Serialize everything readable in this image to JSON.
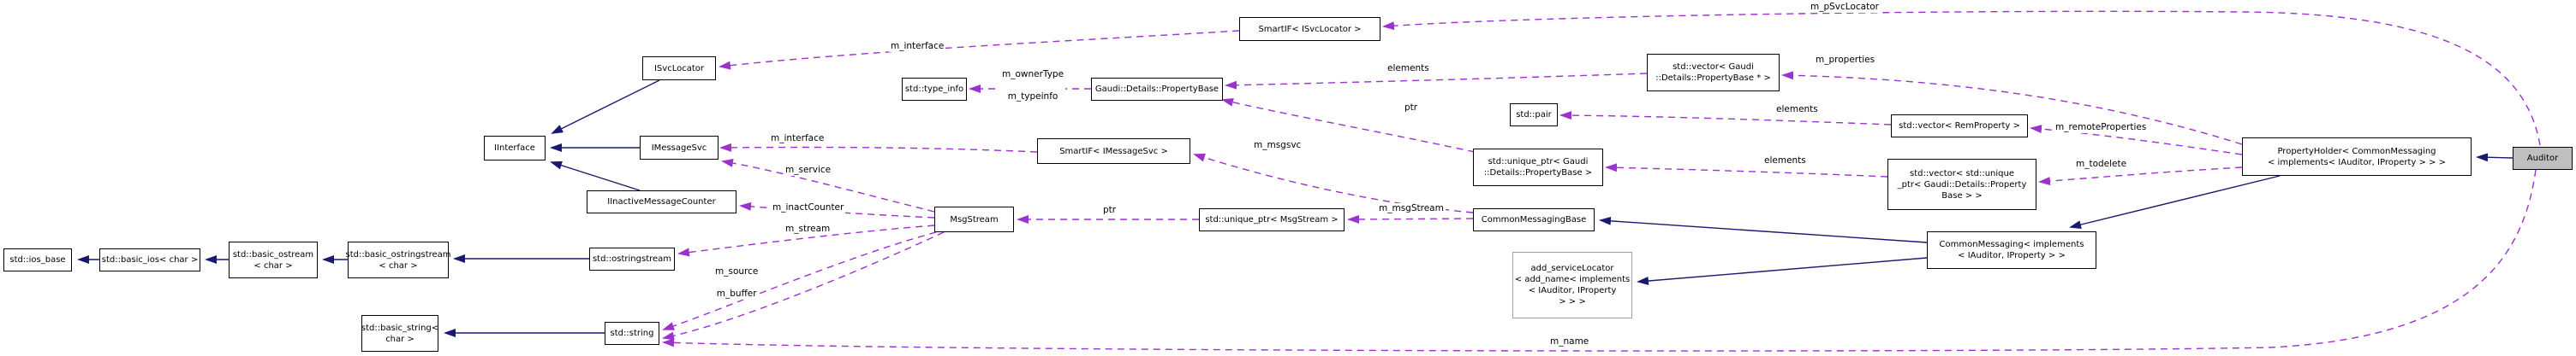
{
  "diagram": {
    "kind": "class-collaboration-graph",
    "main_class": "Auditor",
    "colors": {
      "inheritance_edge": "#191970",
      "usage_edge": "#9a32cd",
      "node_border": "#000000",
      "node_fill": "#ffffff",
      "main_node_fill": "#bfbfbf",
      "grey_node_border": "#9e9e9e",
      "label_text": "#000000"
    },
    "nodes": {
      "ios_base": {
        "label": "std::ios_base"
      },
      "basic_ios": {
        "label": "std::basic_ios< char >"
      },
      "basic_ostream": {
        "label": "std::basic_ostream\n< char >"
      },
      "basic_ostringstream": {
        "label": "std::basic_ostringstream\n< char >"
      },
      "ostringstream": {
        "label": "std::ostringstream"
      },
      "basic_string": {
        "label": "std::basic_string<\nchar >"
      },
      "string": {
        "label": "std::string"
      },
      "iinterface": {
        "label": "IInterface"
      },
      "isvclocator": {
        "label": "ISvcLocator"
      },
      "imessagesvc": {
        "label": "IMessageSvc"
      },
      "iinactivemessagecounter": {
        "label": "IInactiveMessageCounter"
      },
      "msgstream": {
        "label": "MsgStream"
      },
      "smartif_imessagesvc": {
        "label": "SmartIF< IMessageSvc >"
      },
      "type_info": {
        "label": "std::type_info"
      },
      "propertybase": {
        "label": "Gaudi::Details::PropertyBase"
      },
      "smartif_isvclocator": {
        "label": "SmartIF< ISvcLocator >"
      },
      "vector_propertybase_ptr": {
        "label": "std::vector< Gaudi\n::Details::PropertyBase * >"
      },
      "pair": {
        "label": "std::pair"
      },
      "vector_remproperty": {
        "label": "std::vector< RemProperty >"
      },
      "unique_ptr_propertybase": {
        "label": "std::unique_ptr< Gaudi\n::Details::PropertyBase >"
      },
      "vector_unique_ptr": {
        "label": "std::vector< std::unique\n_ptr< Gaudi::Details::Property\nBase > >"
      },
      "unique_ptr_msgstream": {
        "label": "std::unique_ptr< MsgStream >"
      },
      "commonmessagingbase": {
        "label": "CommonMessagingBase"
      },
      "commonmessaging_impl": {
        "label": "CommonMessaging< implements\n< IAuditor, IProperty > >"
      },
      "add_servicelocator": {
        "label": "add_serviceLocator\n< add_name< implements\n< IAuditor, IProperty\n> > >"
      },
      "propertyholder": {
        "label": "PropertyHolder< CommonMessaging\n< implements< IAuditor, IProperty > > >"
      },
      "auditor": {
        "label": "Auditor"
      }
    },
    "edge_labels": {
      "m_interface_svclocator": "m_interface",
      "m_pSvcLocator": "m_pSvcLocator",
      "m_interface_messagesvc": "m_interface",
      "m_ownerType": "m_ownerType",
      "m_typeinfo": "m_typeinfo",
      "elements_properties": "elements",
      "m_properties": "m_properties",
      "elements_pair": "elements",
      "m_remoteProperties": "m_remoteProperties",
      "elements_todelete": "elements",
      "m_todelete": "m_todelete",
      "ptr_propertybase": "ptr",
      "m_msgsvc": "m_msgsvc",
      "m_msgStream": "m_msgStream",
      "ptr_msgstream": "ptr",
      "m_service": "m_service",
      "m_inactCounter": "m_inactCounter",
      "m_stream": "m_stream",
      "m_source": "m_source",
      "m_buffer": "m_buffer",
      "m_name": "m_name"
    },
    "edges": [
      {
        "from": "std::basic_ios< char >",
        "to": "std::ios_base",
        "type": "inheritance"
      },
      {
        "from": "std::basic_ostream< char >",
        "to": "std::basic_ios< char >",
        "type": "inheritance"
      },
      {
        "from": "std::basic_ostringstream< char >",
        "to": "std::basic_ostream< char >",
        "type": "inheritance"
      },
      {
        "from": "std::ostringstream",
        "to": "std::basic_ostringstream< char >",
        "type": "inheritance"
      },
      {
        "from": "std::string",
        "to": "std::basic_string< char >",
        "type": "inheritance"
      },
      {
        "from": "ISvcLocator",
        "to": "IInterface",
        "type": "inheritance"
      },
      {
        "from": "IMessageSvc",
        "to": "IInterface",
        "type": "inheritance"
      },
      {
        "from": "IInactiveMessageCounter",
        "to": "IInterface",
        "type": "inheritance"
      },
      {
        "from": "Auditor",
        "to": "PropertyHolder< CommonMessaging< implements< IAuditor, IProperty > > >",
        "type": "inheritance"
      },
      {
        "from": "PropertyHolder< CommonMessaging< implements< IAuditor, IProperty > > >",
        "to": "CommonMessaging< implements< IAuditor, IProperty > >",
        "type": "inheritance"
      },
      {
        "from": "CommonMessaging< implements< IAuditor, IProperty > >",
        "to": "CommonMessagingBase",
        "type": "inheritance"
      },
      {
        "from": "CommonMessaging< implements< IAuditor, IProperty > >",
        "to": "add_serviceLocator< add_name< implements< IAuditor, IProperty > > >",
        "type": "inheritance"
      },
      {
        "from": "SmartIF< ISvcLocator >",
        "to": "ISvcLocator",
        "type": "usage",
        "label": "m_interface"
      },
      {
        "from": "Auditor",
        "to": "SmartIF< ISvcLocator >",
        "type": "usage",
        "label": "m_pSvcLocator"
      },
      {
        "from": "SmartIF< IMessageSvc >",
        "to": "IMessageSvc",
        "type": "usage",
        "label": "m_interface"
      },
      {
        "from": "Gaudi::Details::PropertyBase",
        "to": "std::type_info",
        "type": "usage",
        "label": "m_ownerType m_typeinfo"
      },
      {
        "from": "std::vector< Gaudi::Details::PropertyBase * >",
        "to": "Gaudi::Details::PropertyBase",
        "type": "usage",
        "label": "elements"
      },
      {
        "from": "PropertyHolder< CommonMessaging< implements< IAuditor, IProperty > > >",
        "to": "std::vector< Gaudi::Details::PropertyBase * >",
        "type": "usage",
        "label": "m_properties"
      },
      {
        "from": "std::vector< RemProperty >",
        "to": "std::pair",
        "type": "usage",
        "label": "elements"
      },
      {
        "from": "PropertyHolder< CommonMessaging< implements< IAuditor, IProperty > > >",
        "to": "std::vector< RemProperty >",
        "type": "usage",
        "label": "m_remoteProperties"
      },
      {
        "from": "std::vector< std::unique_ptr< Gaudi::Details::PropertyBase > >",
        "to": "std::unique_ptr< Gaudi::Details::PropertyBase >",
        "type": "usage",
        "label": "elements"
      },
      {
        "from": "PropertyHolder< CommonMessaging< implements< IAuditor, IProperty > > >",
        "to": "std::vector< std::unique_ptr< Gaudi::Details::PropertyBase > >",
        "type": "usage",
        "label": "m_todelete"
      },
      {
        "from": "std::unique_ptr< Gaudi::Details::PropertyBase >",
        "to": "Gaudi::Details::PropertyBase",
        "type": "usage",
        "label": "ptr"
      },
      {
        "from": "CommonMessagingBase",
        "to": "std::unique_ptr< MsgStream >",
        "type": "usage",
        "label": "m_msgStream"
      },
      {
        "from": "CommonMessagingBase",
        "to": "SmartIF< IMessageSvc >",
        "type": "usage",
        "label": "m_msgsvc"
      },
      {
        "from": "std::unique_ptr< MsgStream >",
        "to": "MsgStream",
        "type": "usage",
        "label": "ptr"
      },
      {
        "from": "MsgStream",
        "to": "IMessageSvc",
        "type": "usage",
        "label": "m_service"
      },
      {
        "from": "MsgStream",
        "to": "IInactiveMessageCounter",
        "type": "usage",
        "label": "m_inactCounter"
      },
      {
        "from": "MsgStream",
        "to": "std::ostringstream",
        "type": "usage",
        "label": "m_stream"
      },
      {
        "from": "MsgStream",
        "to": "std::string",
        "type": "usage",
        "label": "m_source"
      },
      {
        "from": "MsgStream",
        "to": "std::string",
        "type": "usage",
        "label": "m_buffer"
      },
      {
        "from": "Auditor",
        "to": "std::string",
        "type": "usage",
        "label": "m_name"
      }
    ]
  }
}
